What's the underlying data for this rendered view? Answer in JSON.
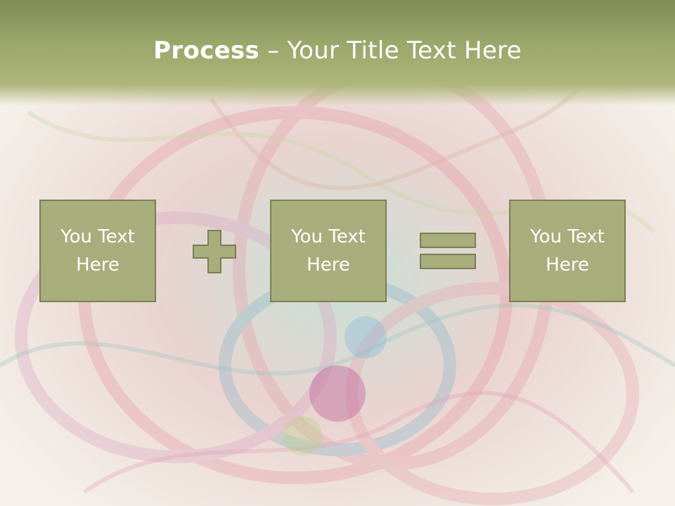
{
  "slide": {
    "title_bold": "Process",
    "title_rest": " – Your Title Text Here"
  },
  "boxes": [
    {
      "text": "You Text Here"
    },
    {
      "text": "You Text Here"
    },
    {
      "text": "You Text Here"
    }
  ],
  "operators": [
    "plus-icon",
    "equals-icon"
  ],
  "colors": {
    "title_bar": "#9aa66a",
    "box_fill": "#a8ad7c",
    "box_border": "#7b7f52",
    "text": "#ffffff"
  }
}
